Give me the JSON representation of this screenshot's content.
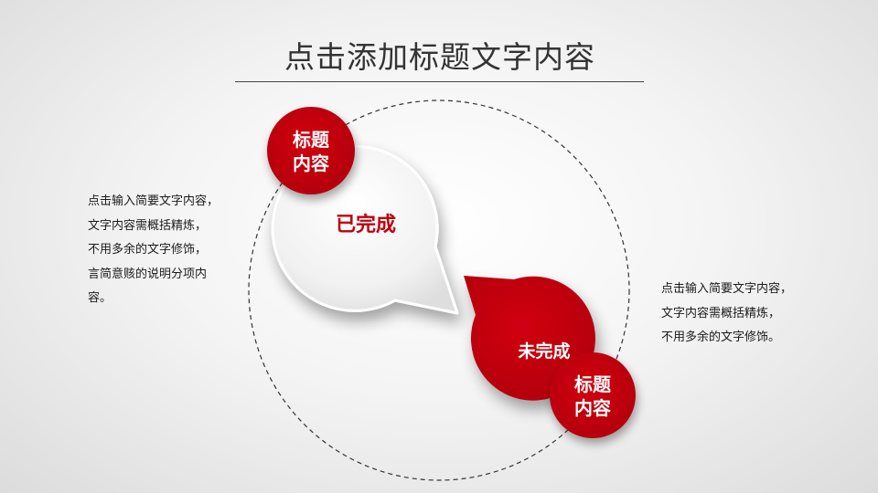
{
  "slide": {
    "title": "点击添加标题文字内容",
    "accent_color": "#c0000f",
    "left_text": {
      "lines": [
        "点击输入简要文字内容，",
        "文字内容需概括精炼，",
        "不用多余的文字修饰，",
        "言简意赅的说明分项内",
        "容。"
      ]
    },
    "right_text": {
      "lines": [
        "点击输入简要文字内容，",
        "文字内容需概括精炼，",
        "不用多余的文字修饰。"
      ]
    },
    "bubble_done": {
      "label": "已完成",
      "badge": [
        "标题",
        "内容"
      ]
    },
    "bubble_todo": {
      "label": "未完成",
      "badge": [
        "标题",
        "内容"
      ]
    }
  }
}
